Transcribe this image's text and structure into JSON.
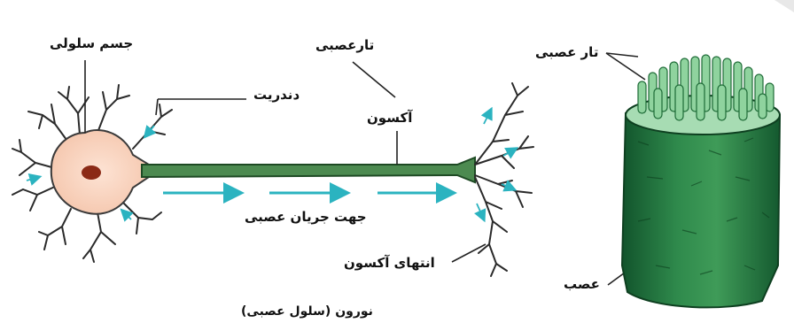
{
  "labels": {
    "cell_body": "جسم سلولی",
    "dendrite": "دندریت",
    "nerve_fiber_top": "تارعصبی",
    "axon": "آکسون",
    "impulse_direction": "جهت جریان عصبی",
    "axon_terminal": "انتهای آکسون",
    "caption": "نورون (سلول عصبی)",
    "nerve_fiber_right": "تار عصبی",
    "nerve": "عصب"
  },
  "colors": {
    "cell_body": "#f9d8c6",
    "nucleus": "#8b2a16",
    "axon": "#3f7f45",
    "arrow": "#2bb3c0",
    "nerve_dark": "#1f6b3a",
    "nerve_light": "#9bd8a8",
    "line": "#222222"
  }
}
